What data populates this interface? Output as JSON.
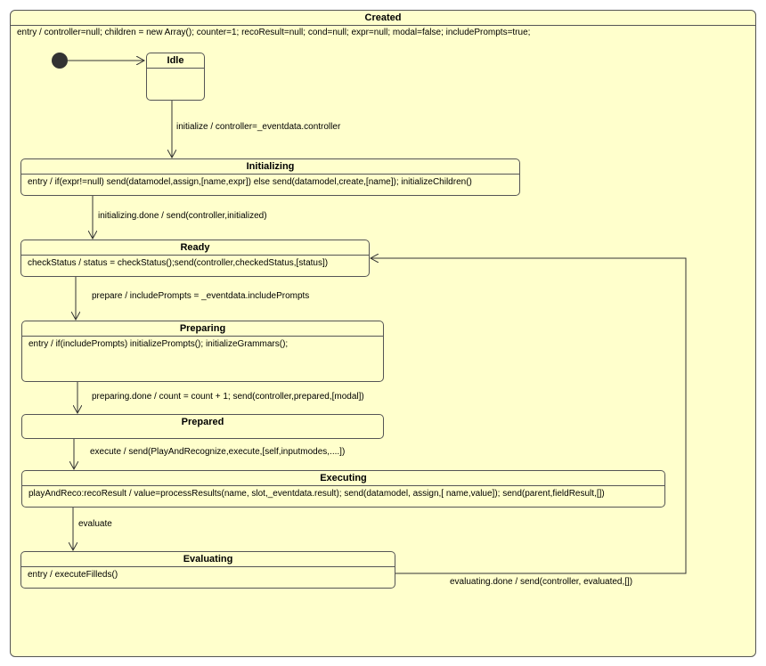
{
  "composite": {
    "title": "Created",
    "entry": "entry / controller=null; children = new Array(); counter=1; recoResult=null; cond=null; expr=null; modal=false; includePrompts=true;"
  },
  "states": {
    "idle": {
      "title": "Idle"
    },
    "initializing": {
      "title": "Initializing",
      "body": "entry /  if(expr!=null) send(datamodel,assign,[name,expr]) else send(datamodel,create,[name]); initializeChildren()"
    },
    "ready": {
      "title": "Ready",
      "body": "checkStatus / status = checkStatus();send(controller,checkedStatus,[status])"
    },
    "preparing": {
      "title": "Preparing",
      "body": "entry / if(includePrompts) initializePrompts(); initializeGrammars();"
    },
    "prepared": {
      "title": "Prepared"
    },
    "executing": {
      "title": "Executing",
      "body": "playAndReco:recoResult / value=processResults(name, slot,_eventdata.result); send(datamodel, assign,[ name,value]); send(parent,fieldResult,[])"
    },
    "evaluating": {
      "title": "Evaluating",
      "body": "entry / executeFilleds()"
    }
  },
  "transitions": {
    "idle_to_initializing": "initialize / controller=_eventdata.controller",
    "initializing_to_ready": "initializing.done / send(controller,initialized)",
    "ready_to_preparing": "prepare / includePrompts = _eventdata.includePrompts",
    "preparing_to_prepared": "preparing.done / count = count + 1; send(controller,prepared,[modal])",
    "prepared_to_executing": "execute / send(PlayAndRecognize,execute,[self,inputmodes,....])",
    "executing_to_evaluating": "evaluate",
    "evaluating_to_ready": "evaluating.done / send(controller, evaluated,[])"
  },
  "colors": {
    "fill": "#ffffcc",
    "border": "#555555",
    "line": "#333333"
  }
}
